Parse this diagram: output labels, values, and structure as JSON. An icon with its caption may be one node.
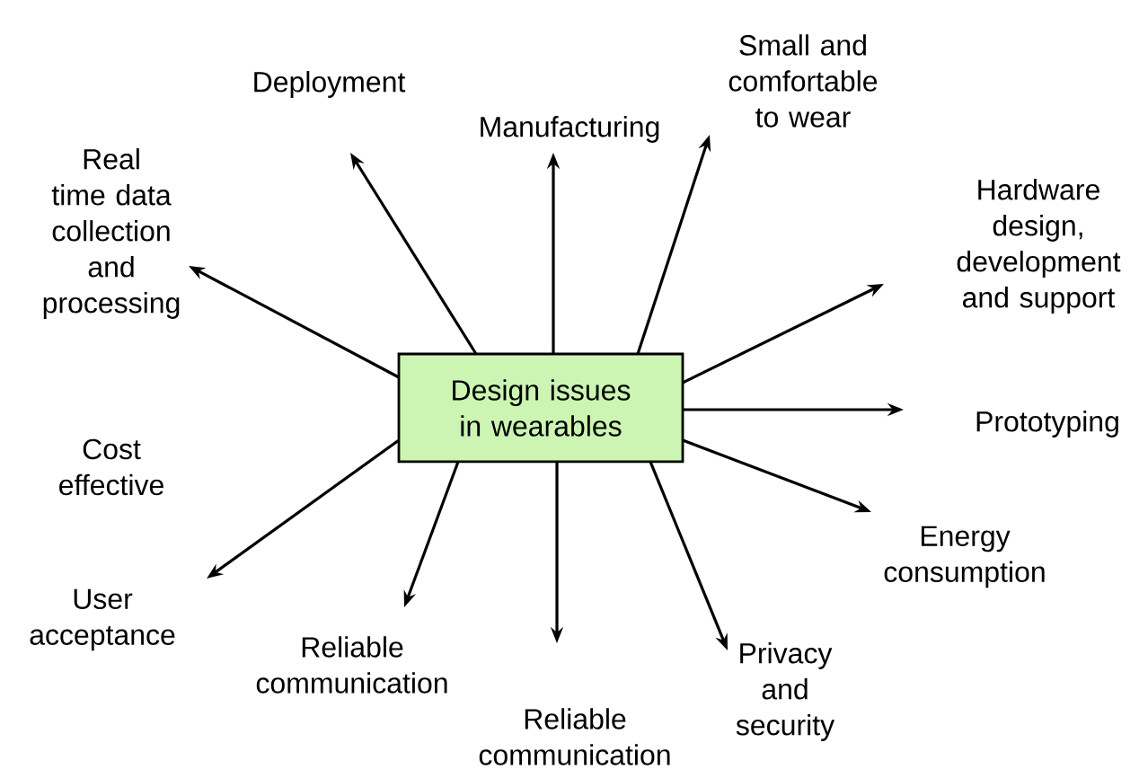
{
  "diagram": {
    "nodes": [
      {
        "text": [
          "Design issues in wearables"
        ]
      },
      {
        "text": [
          "Real time data collection and processing"
        ]
      },
      {
        "text": [
          "Deployment"
        ]
      },
      {
        "text": [
          "Manufacturing"
        ]
      },
      {
        "text": [
          "Small and comfortable to wear"
        ]
      },
      {
        "text": [
          "Hardware design, development and support"
        ]
      },
      {
        "text": [
          "Prototyping"
        ]
      },
      {
        "text": [
          "Energy consumption"
        ]
      },
      {
        "text": [
          "Privacy and security"
        ]
      },
      {
        "text": [
          "Reliable communication"
        ]
      },
      {
        "text": [
          "Reliable communication"
        ]
      },
      {
        "text": [
          "User acceptance"
        ]
      }
    ],
    "edges": [
      {
        "from": 0,
        "to": 1,
        "arrow": "to"
      },
      {
        "from": 0,
        "to": 2,
        "arrow": "to"
      },
      {
        "from": 0,
        "to": 3,
        "arrow": "to"
      },
      {
        "from": 0,
        "to": 4,
        "arrow": "to"
      },
      {
        "from": 0,
        "to": 5,
        "arrow": "to"
      },
      {
        "from": 0,
        "to": 6,
        "arrow": "to"
      },
      {
        "from": 0,
        "to": 7,
        "arrow": "to"
      },
      {
        "from": 0,
        "to": 8,
        "arrow": "to"
      },
      {
        "from": 0,
        "to": 9,
        "arrow": "to"
      },
      {
        "from": 0,
        "to": 10,
        "arrow": "to"
      },
      {
        "from": 0,
        "to": 11,
        "arrow": "to"
      }
    ],
    "labels": [
      "Cost effective"
    ]
  }
}
